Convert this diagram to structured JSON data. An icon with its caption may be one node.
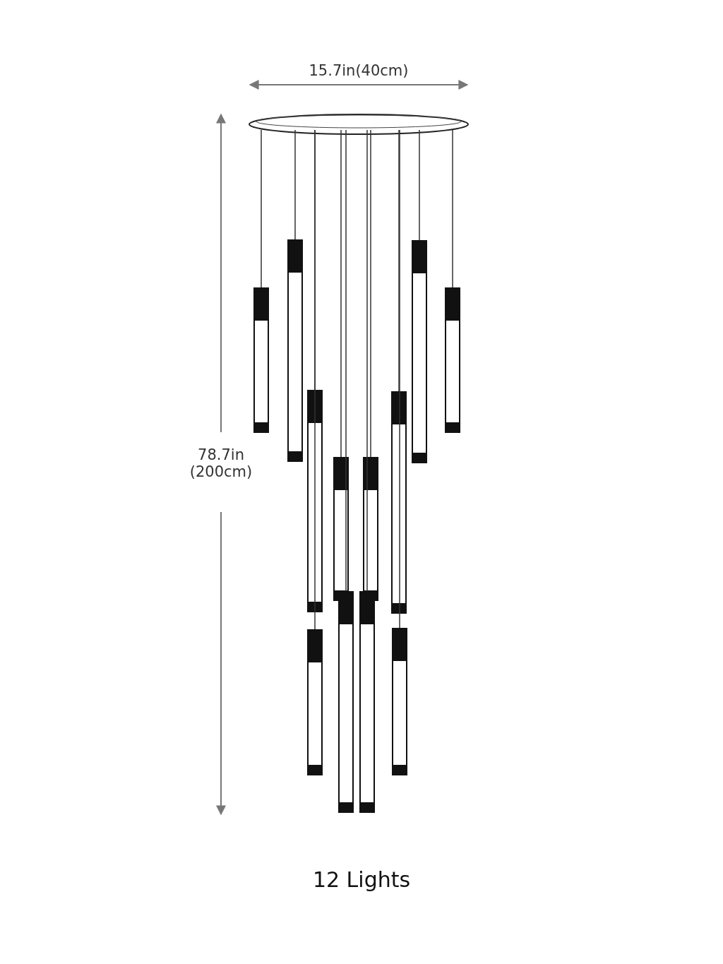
{
  "diagram": {
    "caption": "12 Lights",
    "labels": [
      "15.7in(40cm)",
      "78.7in (200cm)"
    ]
  }
}
